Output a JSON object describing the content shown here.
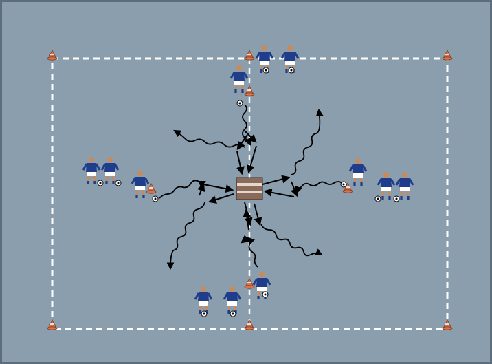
{
  "colors": {
    "pitch": "#8a9eae",
    "frame": "#5c6e7c",
    "line": "#ffffff",
    "shirt": "#1f3d8a",
    "shorts": "#ffffff",
    "skin": "#c98a5a",
    "cone": "#d8744a",
    "box": "#8a6a5a",
    "arrow": "#000000"
  },
  "drill": {
    "field_cones": 6,
    "groups": [
      "north",
      "west",
      "east",
      "south"
    ],
    "central_target": "box-with-stripes",
    "runs": "wavy-dribble-arrows",
    "passes": "straight-pass-arrows"
  }
}
